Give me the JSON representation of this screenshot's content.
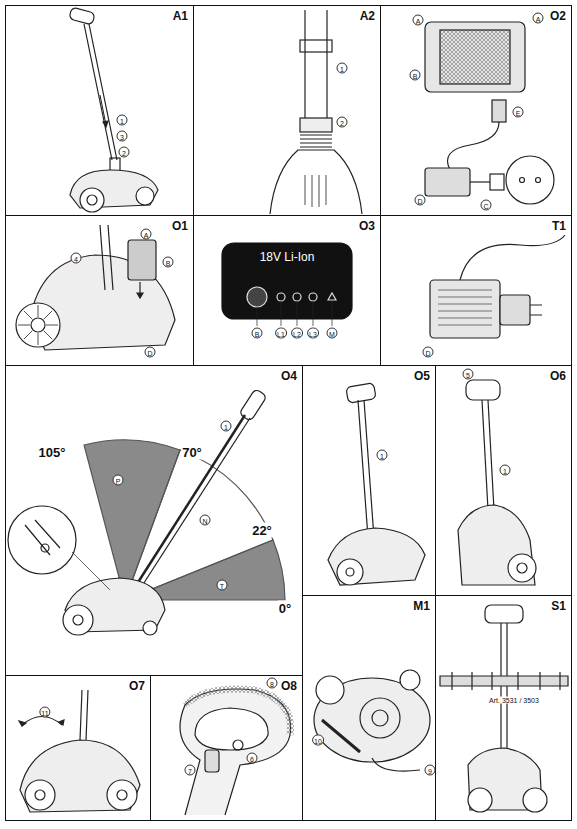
{
  "diagram": {
    "nodes": [
      {
        "text": [
          "A1"
        ]
      },
      {
        "text": [
          "A2"
        ]
      },
      {
        "text": [
          "O2"
        ]
      },
      {
        "text": [
          "O1"
        ]
      },
      {
        "text": [
          "O3"
        ]
      },
      {
        "text": [
          "18V Li-Ion"
        ],
        "in": 4
      },
      {
        "text": [
          "T1"
        ]
      },
      {
        "text": [
          "O4"
        ]
      },
      {
        "text": [
          "O5"
        ]
      },
      {
        "text": [
          "O6"
        ]
      },
      {
        "text": [
          "O7"
        ]
      },
      {
        "text": [
          "O8"
        ]
      },
      {
        "text": [
          "M1"
        ]
      },
      {
        "text": [
          "S1"
        ]
      }
    ],
    "labels": [
      "105°",
      "70°",
      "22°",
      "0°",
      "Art. 3531 / 3503",
      "1",
      "3",
      "2",
      "1",
      "2",
      "A",
      "A",
      "B",
      "E",
      "C",
      "D",
      "A",
      "B",
      "D",
      "4",
      "B",
      "L1",
      "L2",
      "L3",
      "M",
      "D",
      "1",
      "P",
      "N",
      "T",
      "1",
      "5",
      "1",
      "11",
      "8",
      "6",
      "7",
      "10",
      "9"
    ]
  }
}
